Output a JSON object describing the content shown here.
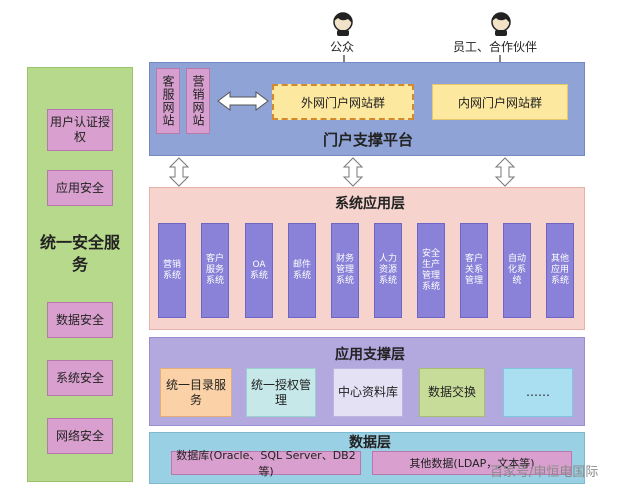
{
  "actors": {
    "public": "公众",
    "staff": "员工、合作伙伴"
  },
  "security": {
    "title": "统一安全服务",
    "items": [
      "用户认证授权",
      "应用安全",
      "数据安全",
      "系统安全",
      "网络安全"
    ]
  },
  "portal": {
    "title": "门户支撑平台",
    "customer_service_site": "客服网站",
    "marketing_site": "营销网站",
    "external_group": "外网门户网站群",
    "internal_group": "内网门户网站群"
  },
  "system_app": {
    "title": "系统应用层",
    "modules": [
      "营销系统",
      "客户服务系统",
      "OA系统",
      "邮件系统",
      "财务管理系统",
      "人力资源系统",
      "安全生产管理系统",
      "客户关系管理",
      "自动化系统",
      "其他应用系统"
    ]
  },
  "app_support": {
    "title": "应用支撑层",
    "boxes": [
      "统一目录服务",
      "统一授权管理",
      "中心资料库",
      "数据交换",
      "……"
    ]
  },
  "data_layer": {
    "title": "数据层",
    "database": "数据库(Oracle、SQL Server、DB2等)",
    "other_data": "其他数据(LDAP，文本等)"
  },
  "watermark": "百家号/申恒电国际",
  "colors": {
    "security_bg": "#b7d98b",
    "portal_bg": "#8fa3d6",
    "system_bg": "#f6d3cd",
    "module_bg": "#8a82d8",
    "support_bg": "#b4a9df",
    "data_bg": "#9ad0e4",
    "pink_box": "#d9a0cf",
    "yellow_box": "#fde8a0"
  }
}
